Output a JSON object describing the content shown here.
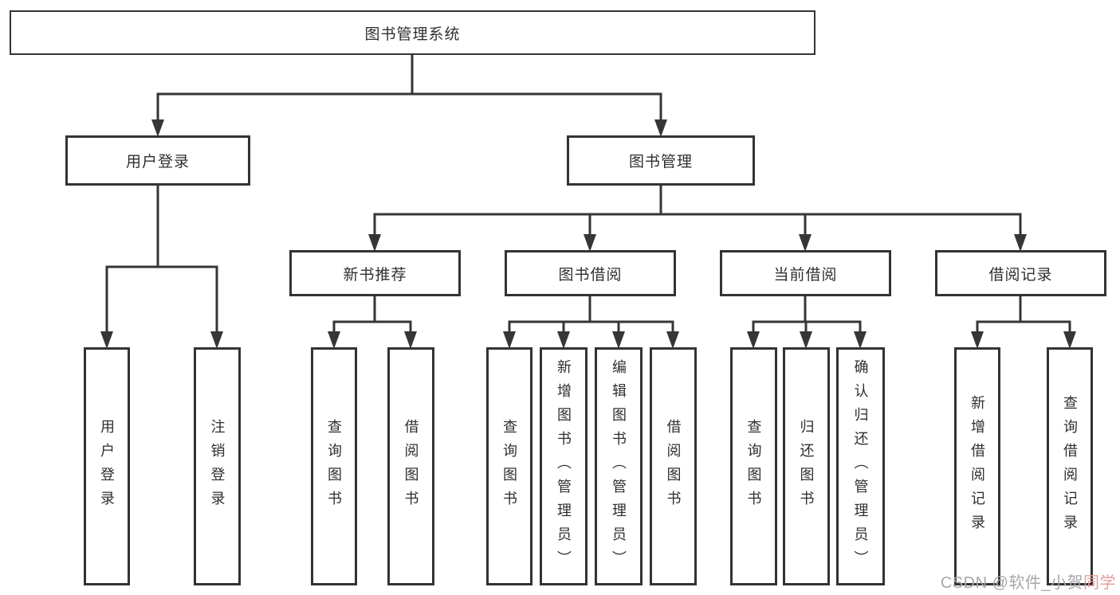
{
  "tree": {
    "label": "图书管理系统",
    "children": [
      {
        "label": "用户登录",
        "children": [
          {
            "label": "用户登录"
          },
          {
            "label": "注销登录"
          }
        ]
      },
      {
        "label": "图书管理",
        "children": [
          {
            "label": "新书推荐",
            "children": [
              {
                "label": "查询图书"
              },
              {
                "label": "借阅图书"
              }
            ]
          },
          {
            "label": "图书借阅",
            "children": [
              {
                "label": "查询图书"
              },
              {
                "label": "新增图书（管理员）"
              },
              {
                "label": "编辑图书（管理员）"
              },
              {
                "label": "借阅图书"
              }
            ]
          },
          {
            "label": "当前借阅",
            "children": [
              {
                "label": "查询图书"
              },
              {
                "label": "归还图书"
              },
              {
                "label": "确认归还（管理员）"
              }
            ]
          },
          {
            "label": "借阅记录",
            "children": [
              {
                "label": "新增借阅记录"
              },
              {
                "label": "查询借阅记录"
              }
            ]
          }
        ]
      }
    ]
  },
  "watermark": {
    "prefix": "CSDN @软件_小贺",
    "suffix": "同学"
  },
  "colors": {
    "line": "#363636",
    "box_border": "#333333",
    "text": "#2f2f2f",
    "background": "#ffffff",
    "watermark_gray": "#a8a8a8",
    "watermark_pink": "#e59c96"
  }
}
